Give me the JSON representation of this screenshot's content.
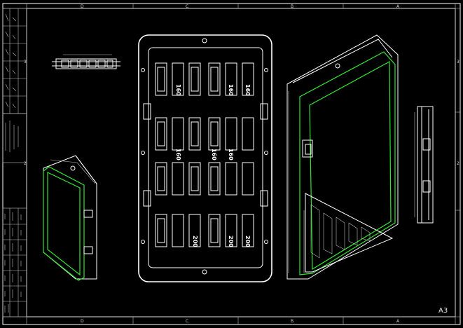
{
  "sheet": {
    "format": "A3",
    "zones_top": [
      "D",
      "C",
      "B",
      "A"
    ],
    "zones_bottom": [
      "D",
      "C",
      "B",
      "A"
    ],
    "zones_left": [
      "3",
      "2"
    ],
    "zones_right": [
      "3",
      "2"
    ]
  },
  "front_view": {
    "labels": [
      "160",
      "160",
      "160",
      "160",
      "160",
      "160",
      "200",
      "200",
      "200"
    ]
  },
  "colors": {
    "line": "#ffffff",
    "highlight": "#33e633",
    "background": "#000000"
  }
}
